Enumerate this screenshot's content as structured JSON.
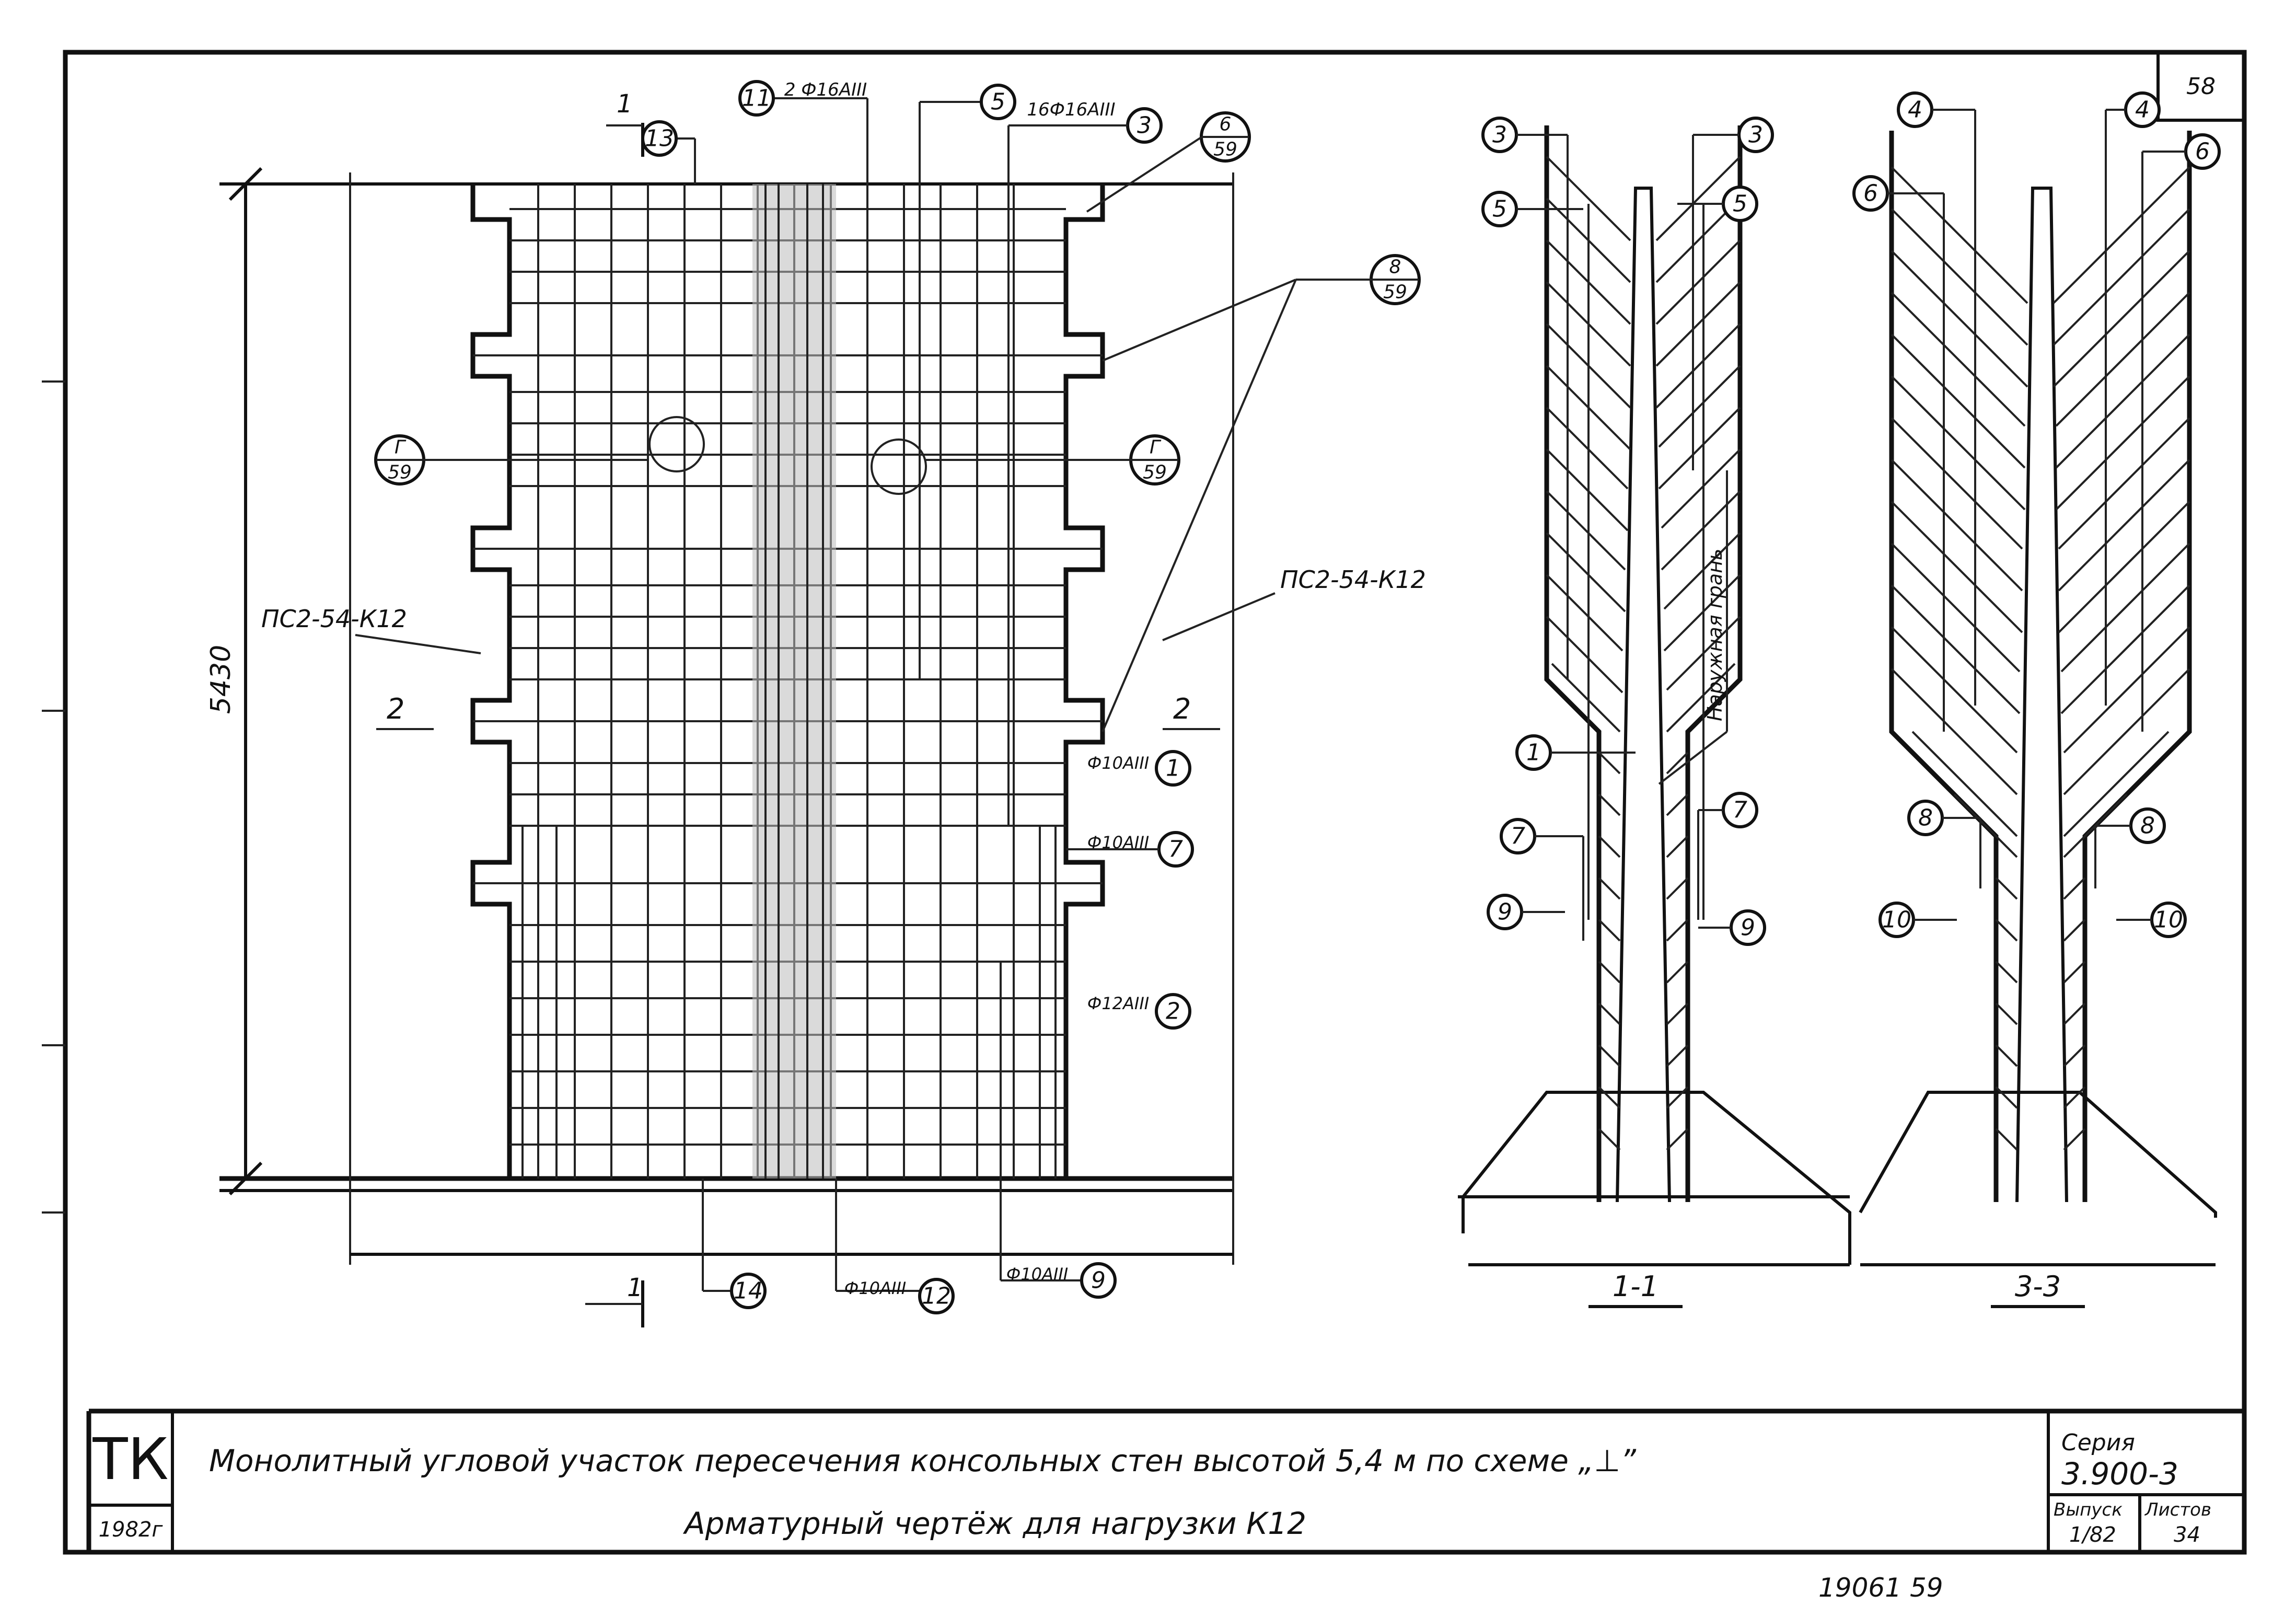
{
  "sheet": {
    "number": "58",
    "bottom_note": "19061  59",
    "side_mark": "ТК"
  },
  "plan": {
    "dimension_height": "5430",
    "label_left": "ПС2-54-К12",
    "label_right": "ПС2-54-К12",
    "section_2_left": "2",
    "section_2_right": "2",
    "section_1_top": "1",
    "section_1_bottom": "1",
    "callouts": [
      {
        "num": "13",
        "text": ""
      },
      {
        "num": "11",
        "text": "2 Ф16АIII"
      },
      {
        "num": "5",
        "text": ""
      },
      {
        "num": "3",
        "text": "16Ф16АIII"
      },
      {
        "num": "1",
        "text": "Ф10АIII"
      },
      {
        "num": "7",
        "text": "Ф10АIII"
      },
      {
        "num": "2",
        "text": "Ф12АIII"
      },
      {
        "num": "14",
        "text": ""
      },
      {
        "num": "12",
        "text": "Ф10АIII"
      },
      {
        "num": "9",
        "text": "Ф10АIII"
      }
    ],
    "refs": [
      {
        "top": "6",
        "bottom": "59"
      },
      {
        "top": "8",
        "bottom": "59"
      },
      {
        "top": "Г",
        "bottom": "59"
      },
      {
        "top": "Г",
        "bottom": "59"
      }
    ]
  },
  "section_1_1": {
    "title": "1-1",
    "note": "Наружная грань",
    "marks": [
      "3",
      "3",
      "5",
      "5",
      "1",
      "7",
      "7",
      "9",
      "9"
    ]
  },
  "section_3_3": {
    "title": "3-3",
    "marks": [
      "4",
      "4",
      "6",
      "6",
      "8",
      "8",
      "10",
      "10"
    ]
  },
  "title_block": {
    "org": "ТК",
    "year": "1982г",
    "line1": "Монолитный угловой участок пересечения консольных стен высотой 5,4 м по схеме „⊥”",
    "line2": "Арматурный чертёж для нагрузки К12",
    "series_label": "Серия",
    "series_value": "3.900-3",
    "issue_label": "Выпуск",
    "issue_value": "1/82",
    "sheet_label": "Листов",
    "sheet_value": "34"
  }
}
